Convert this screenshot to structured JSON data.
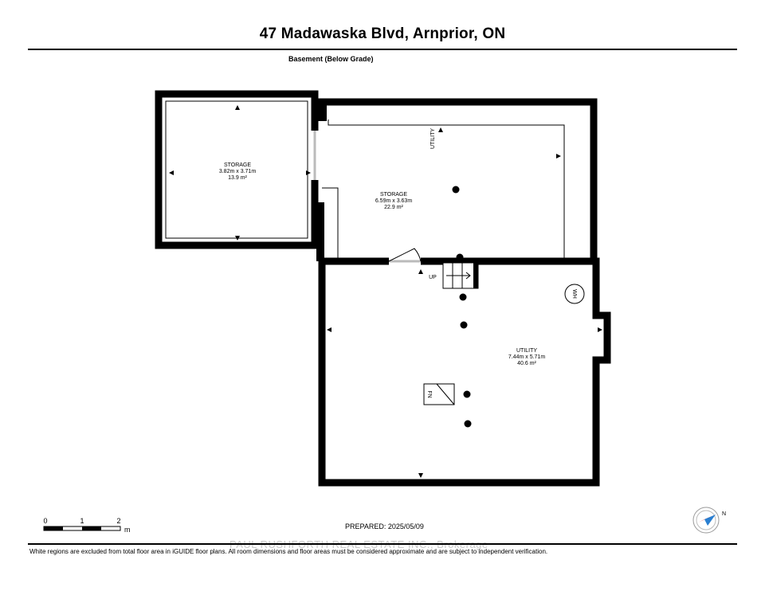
{
  "header": {
    "address": "47 Madawaska Blvd, Arnprior, ON",
    "level": "Basement (Below Grade)"
  },
  "rooms": [
    {
      "name": "STORAGE",
      "dimensions": "3.82m x 3.71m",
      "area": "13.9 m²"
    },
    {
      "name": "STORAGE",
      "dimensions": "6.59m x 3.63m",
      "area": "22.9 m²"
    },
    {
      "name": "UTILITY",
      "dimensions": "7.44m x 5.71m",
      "area": "40.6 m²"
    }
  ],
  "labels": {
    "utility_rotated": "UTILITY",
    "stairs": "UP",
    "water_heater": "WH",
    "furnace": "FN"
  },
  "scale_bar": {
    "ticks": [
      "0",
      "1",
      "2"
    ],
    "unit": "m"
  },
  "prepared": "PREPARED: 2025/05/09",
  "compass": {
    "label": "N"
  },
  "watermark": "PAUL RUSHFORTH REAL ESTATE INC., Brokerage",
  "footer": "White regions are excluded from total floor area in iGUIDE floor plans. All room dimensions and floor areas must be considered approximate and are subject to independent verification."
}
